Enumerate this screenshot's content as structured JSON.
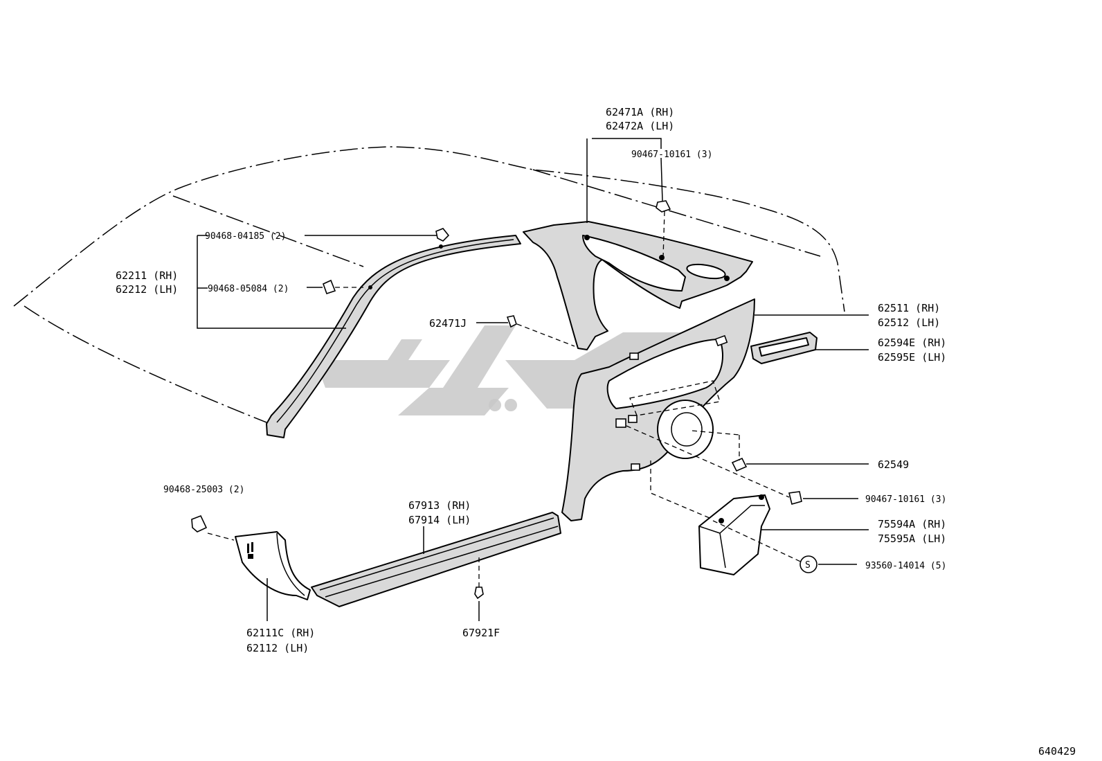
{
  "labels": {
    "quarter_upper_rh": "62471A (RH)",
    "quarter_upper_lh": "62472A (LH)",
    "clip_90467_top": "90467-10161 (3)",
    "clip_90468_04185": "90468-04185 (2)",
    "pillar_rh": "62211 (RH)",
    "pillar_lh": "62212 (LH)",
    "clip_90468_05084": "90468-05084 (2)",
    "clip_62471j": "62471J",
    "quarter_trim_rh": "62511 (RH)",
    "quarter_trim_lh": "62512 (LH)",
    "vent_grille_rh": "62594E (RH)",
    "vent_grille_lh": "62595E (LH)",
    "clip_62549": "62549",
    "clip_90467_bottom": "90467-10161 (3)",
    "jack_cover_rh": "75594A (RH)",
    "jack_cover_lh": "75595A (LH)",
    "screw_circle": "S",
    "screw_93560": "93560-14014 (5)",
    "clip_90468_25003": "90468-25003 (2)",
    "scuff_rh": "67913 (RH)",
    "scuff_lh": "67914 (LH)",
    "cowl_rh": "62111C (RH)",
    "cowl_lh": "62112   (LH)",
    "clip_67921f": "67921F",
    "diagram_number": "640429"
  },
  "colors": {
    "part_fill": "#d9d9d9",
    "watermark": "#c8c8c8",
    "line": "#000000"
  }
}
